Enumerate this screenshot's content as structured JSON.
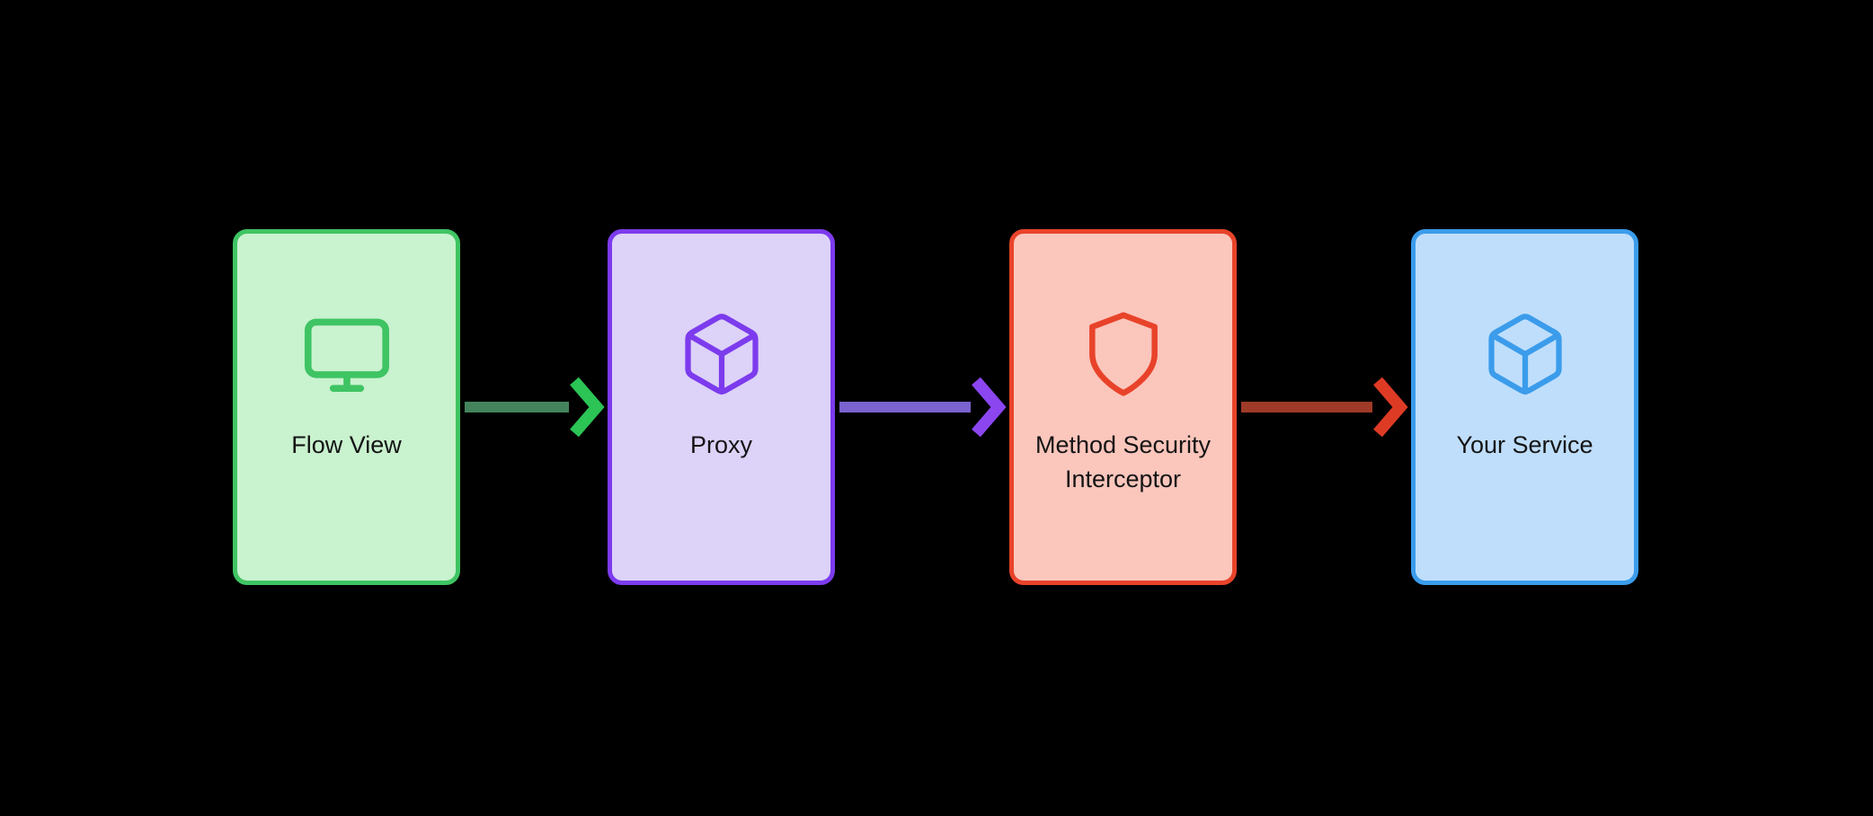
{
  "diagram": {
    "background_color": "#000000",
    "nodes": [
      {
        "id": "flow-view",
        "label": "Flow View",
        "icon": "monitor-icon",
        "fill": "#c9f2cf",
        "border": "#3fc463",
        "icon_color": "#3fc463"
      },
      {
        "id": "proxy",
        "label": "Proxy",
        "icon": "cube-icon",
        "fill": "#ddd2f8",
        "border": "#7c3bed",
        "icon_color": "#7c3bed"
      },
      {
        "id": "method-security-interceptor",
        "label": "Method Security Interceptor",
        "icon": "shield-icon",
        "fill": "#fbc6bc",
        "border": "#e8432a",
        "icon_color": "#e8432a"
      },
      {
        "id": "your-service",
        "label": "Your Service",
        "icon": "cube-icon",
        "fill": "#bfdefb",
        "border": "#3b9ceb",
        "icon_color": "#3b9ceb"
      }
    ],
    "arrows": [
      {
        "from": "flow-view",
        "to": "proxy",
        "shaft_color": "#43845c",
        "head_color": "#2bc455"
      },
      {
        "from": "proxy",
        "to": "method-security-interceptor",
        "shaft_color": "#7a62cf",
        "head_color": "#8b46f0"
      },
      {
        "from": "method-security-interceptor",
        "to": "your-service",
        "shaft_color": "#9e3a27",
        "head_color": "#de3b25"
      }
    ]
  }
}
